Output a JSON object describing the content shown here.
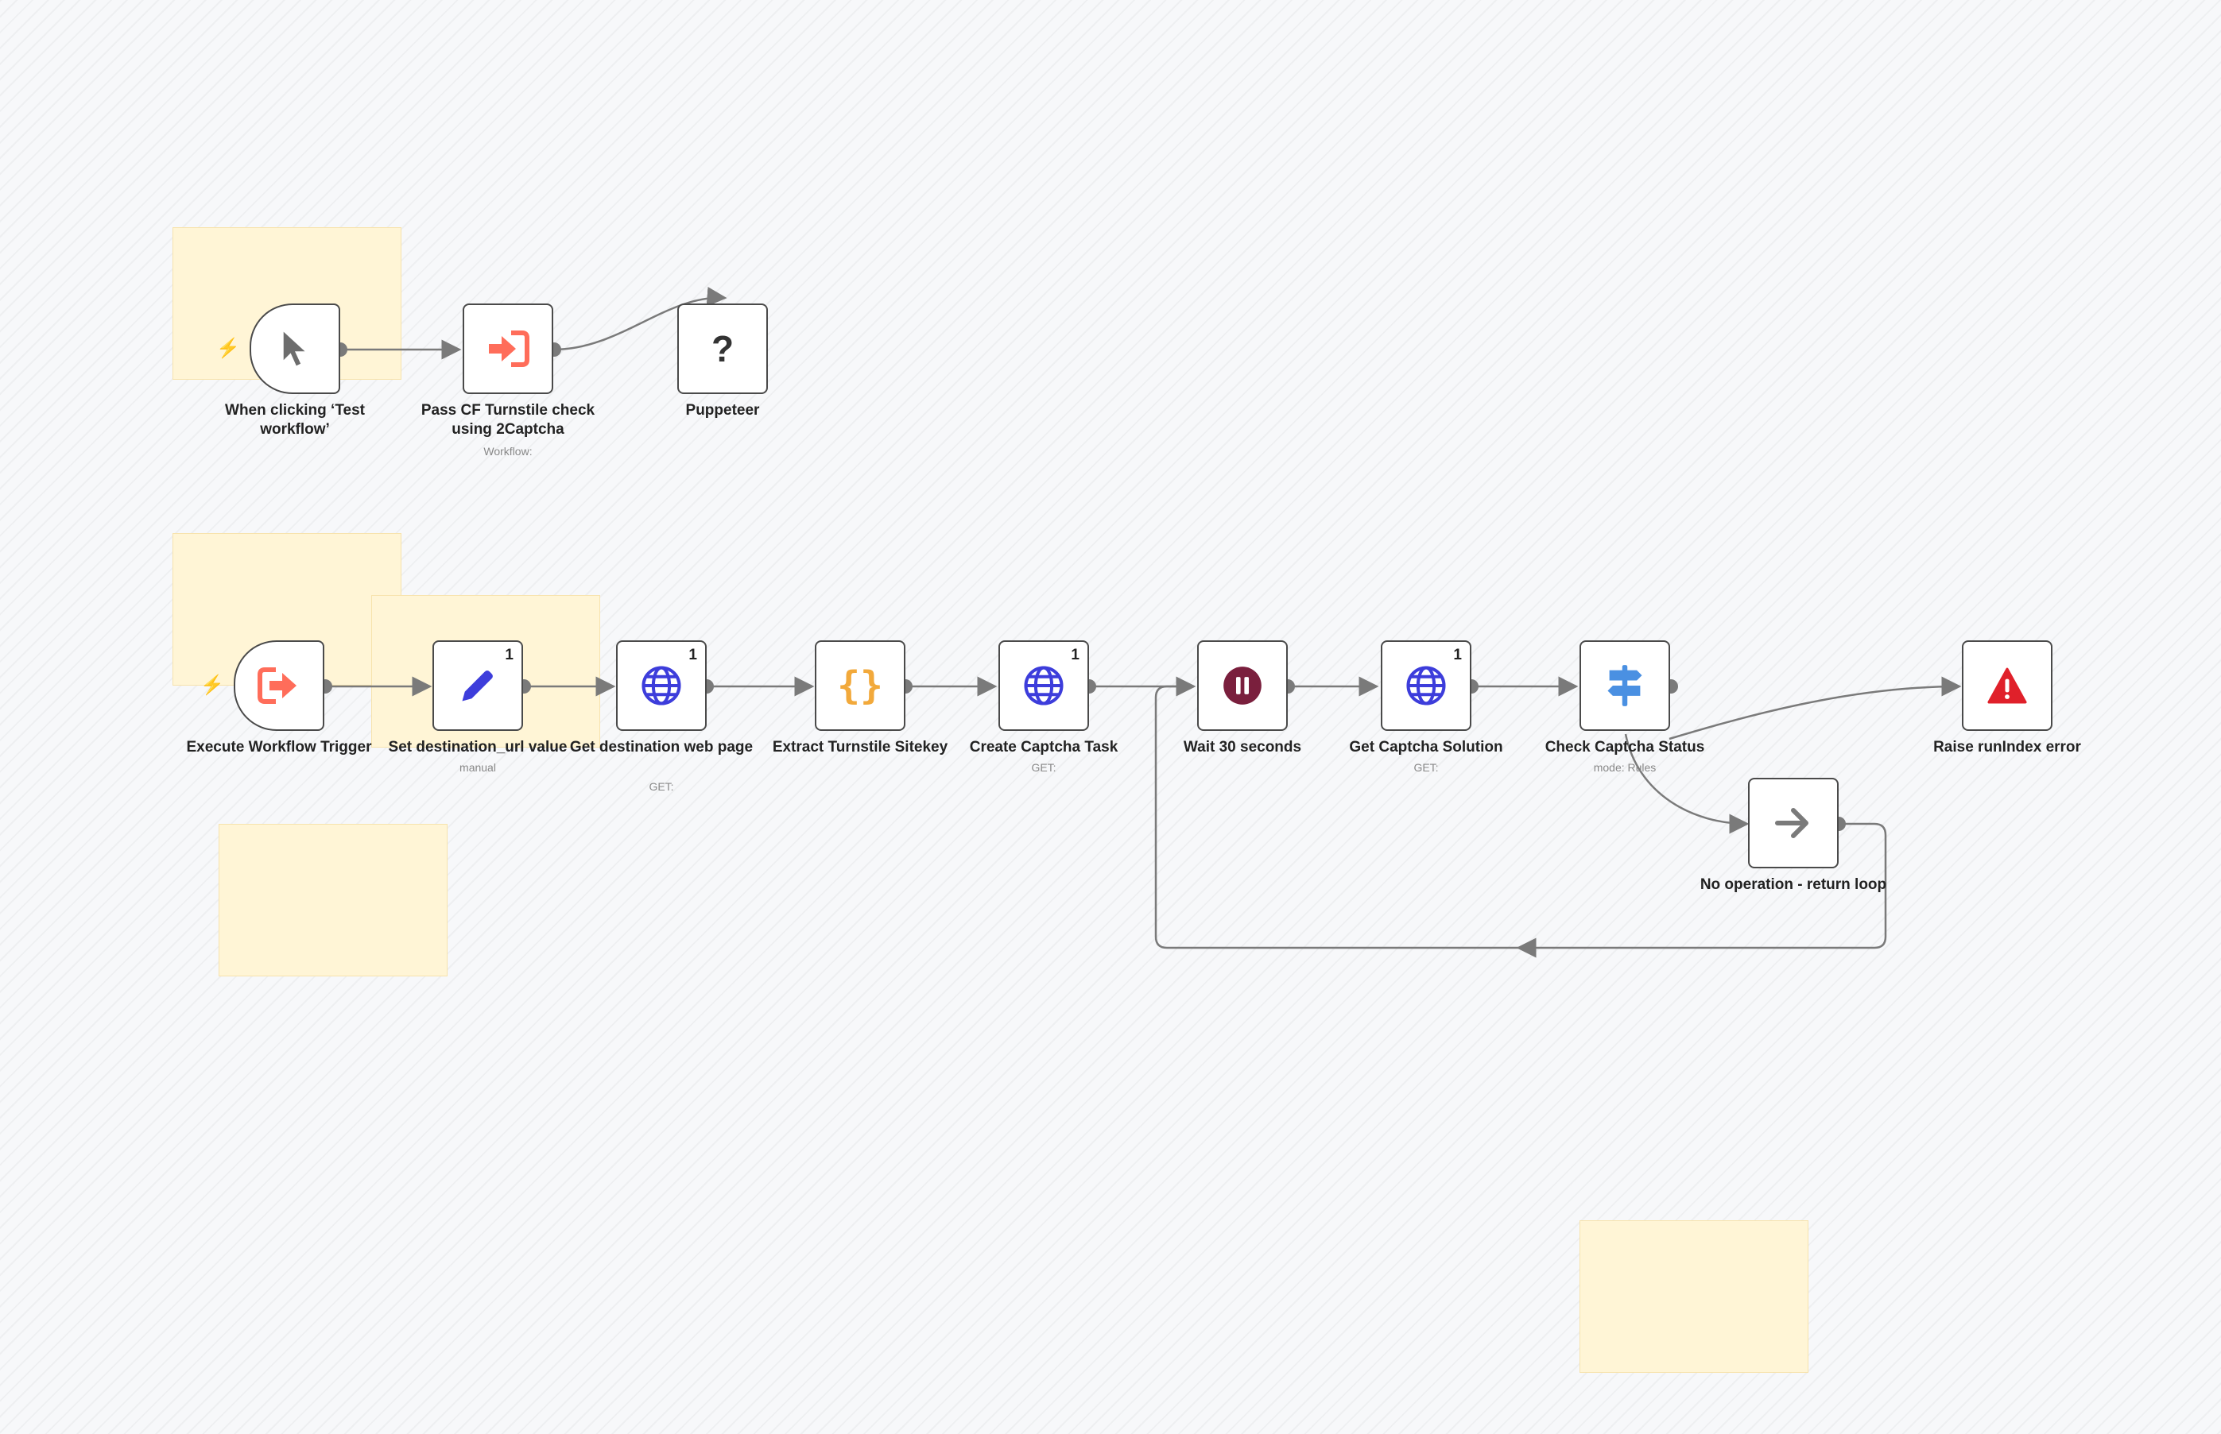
{
  "nodes": [
    {
      "id": "manual_trigger",
      "label": "When clicking ‘Test workflow’",
      "sub": "",
      "badge": "",
      "icon": "cursor-icon"
    },
    {
      "id": "pass_cf",
      "label": "Pass CF Turnstile check using 2Captcha",
      "sub": "Workflow:",
      "badge": "",
      "icon": "sign-in-icon"
    },
    {
      "id": "puppeteer",
      "label": "Puppeteer",
      "sub": "",
      "badge": "",
      "icon": "question-icon"
    },
    {
      "id": "exec_trigger",
      "label": "Execute Workflow Trigger",
      "sub": "",
      "badge": "",
      "icon": "sign-out-icon"
    },
    {
      "id": "set_dest",
      "label": "Set destination_url value",
      "sub": "manual",
      "badge": "1",
      "icon": "pencil-icon"
    },
    {
      "id": "get_page",
      "label": "Get destination web page",
      "sub": "GET:",
      "badge": "1",
      "icon": "globe-icon"
    },
    {
      "id": "extract",
      "label": "Extract Turnstile Sitekey",
      "sub": "",
      "badge": "",
      "icon": "braces-icon"
    },
    {
      "id": "create_task",
      "label": "Create Captcha Task",
      "sub": "GET:",
      "badge": "1",
      "icon": "globe-icon"
    },
    {
      "id": "wait",
      "label": "Wait 30 seconds",
      "sub": "",
      "badge": "",
      "icon": "pause-icon"
    },
    {
      "id": "get_solution",
      "label": "Get Captcha Solution",
      "sub": "GET:",
      "badge": "1",
      "icon": "globe-icon"
    },
    {
      "id": "check_status",
      "label": "Check Captcha Status",
      "sub": "mode: Rules",
      "badge": "",
      "icon": "signpost-icon"
    },
    {
      "id": "raise_error",
      "label": "Raise runIndex error",
      "sub": "",
      "badge": "",
      "icon": "warning-icon"
    },
    {
      "id": "noop",
      "label": "No operation - return loop",
      "sub": "",
      "badge": "",
      "icon": "arrow-right-icon"
    }
  ],
  "colors": {
    "accent": "#ff6d5a",
    "globe": "#3d3ddb",
    "pencil": "#3d3ddb",
    "braces": "#f2a93b",
    "pause": "#7a1f3d",
    "signpost": "#4a90e2",
    "warning": "#e0202a",
    "edge": "#7a7a7a"
  }
}
